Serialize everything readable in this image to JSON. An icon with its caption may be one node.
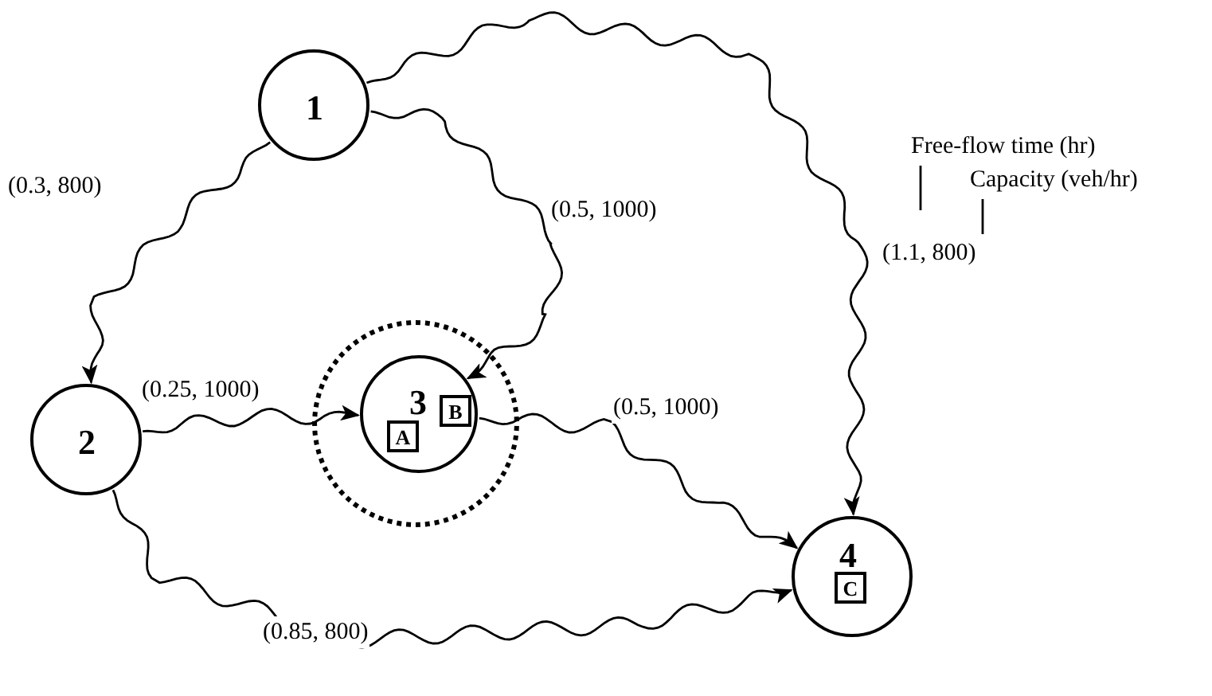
{
  "diagram": {
    "nodes": [
      {
        "text": [
          "1"
        ]
      },
      {
        "text": [
          "2"
        ]
      },
      {
        "text": [],
        "shape": "circle"
      },
      {
        "text": [
          "3"
        ],
        "in": 2
      },
      {
        "text": [
          "A"
        ],
        "in": 3
      },
      {
        "text": [
          "B"
        ],
        "in": 3
      },
      {
        "text": [
          "4"
        ]
      },
      {
        "text": [
          "C"
        ],
        "in": 6
      },
      {
        "text": [
          "Free-flow time (hr)"
        ]
      },
      {
        "text": [
          "Capacity (veh/hr)"
        ]
      }
    ],
    "edges": [
      {
        "from": 0,
        "to": 1,
        "arrow": "to",
        "label": "(0.3, 800)"
      },
      {
        "from": 0,
        "to": 3,
        "arrow": "to",
        "label": "(0.5, 1000)"
      },
      {
        "from": 1,
        "to": 3,
        "arrow": "to",
        "label": "(0.25, 1000)"
      },
      {
        "from": 3,
        "to": 6,
        "arrow": "to",
        "label": "(0.5, 1000)"
      },
      {
        "from": 1,
        "to": 6,
        "arrow": "to",
        "label": "(0.85, 800)"
      },
      {
        "from": 0,
        "to": 6,
        "arrow": "to",
        "label": "(1.1, 800)"
      },
      {
        "from": 8,
        "to": null,
        "arrow": "none"
      },
      {
        "from": 9,
        "to": null,
        "arrow": "none"
      }
    ]
  }
}
